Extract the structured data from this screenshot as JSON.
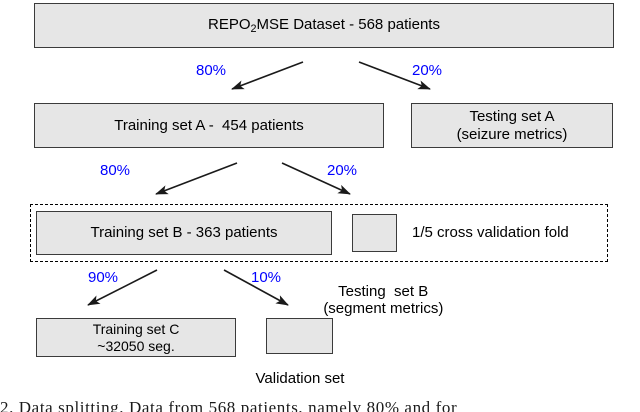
{
  "figure": {
    "type": "flowchart",
    "title": "Dataset splitting flowchart",
    "accent_blue": "#0000ff",
    "box_fill": "#e6e6e6",
    "box_stroke": "#3b3b3b"
  },
  "nodes": {
    "root": {
      "label_prefix": "REPO",
      "label_sub": "2",
      "label_suffix": "MSE Dataset - 568 patients"
    },
    "training_a": {
      "label": "Training set A -  454 patients"
    },
    "testing_a": {
      "line1": "Testing set A",
      "line2": "(seizure metrics)"
    },
    "training_b": {
      "label": "Training set B - 363 patients"
    },
    "fold_swatch": {
      "label": ""
    },
    "fold_caption": {
      "label": "1/5 cross validation fold"
    },
    "testing_b": {
      "line1": "Testing  set B",
      "line2": "(segment metrics)"
    },
    "training_c": {
      "line1": "Training set C",
      "line2": "~32050 seg."
    },
    "validation_swatch": {
      "label": ""
    },
    "validation_caption": {
      "label": "Validation set"
    }
  },
  "edges": [
    {
      "id": "root-to-training-a",
      "percent": "80%",
      "from": "root",
      "to": "training_a",
      "direction": "down-left"
    },
    {
      "id": "root-to-testing-a",
      "percent": "20%",
      "from": "root",
      "to": "testing_a",
      "direction": "down-right"
    },
    {
      "id": "training-a-to-training-b",
      "percent": "80%",
      "from": "training_a",
      "to": "training_b",
      "direction": "down-left"
    },
    {
      "id": "training-a-to-testing-b",
      "percent": "20%",
      "from": "training_a",
      "to": "testing_b",
      "direction": "down-right"
    },
    {
      "id": "training-b-to-training-c",
      "percent": "90%",
      "from": "training_b",
      "to": "training_c",
      "direction": "down-left"
    },
    {
      "id": "training-b-to-validation",
      "percent": "10%",
      "from": "training_b",
      "to": "validation_swatch",
      "direction": "down-right"
    }
  ],
  "caption": {
    "text": "2. Data splitting. Data from 568 patients, namely 80% and for"
  }
}
